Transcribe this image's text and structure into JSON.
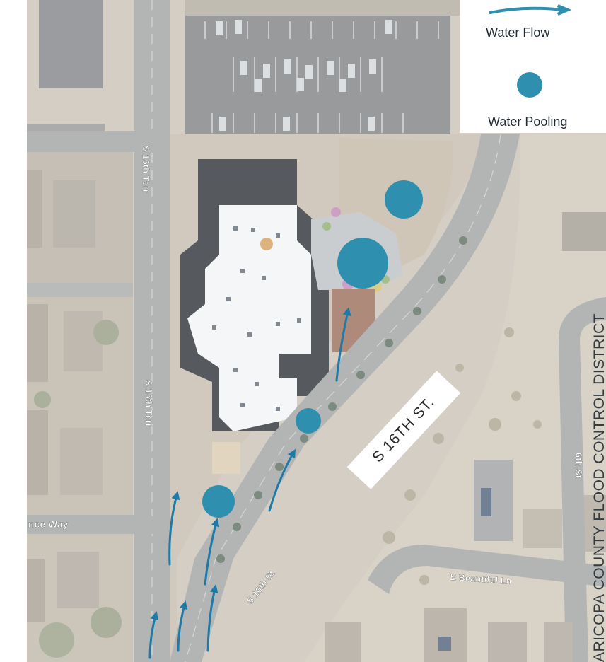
{
  "legend": {
    "flow_label": "Water Flow",
    "pooling_label": "Water Pooling"
  },
  "callout": {
    "text": "S 16TH ST."
  },
  "credit": {
    "text": "ARICOPA COUNTY FLOOD CONTROL DISTRICT"
  },
  "streets": {
    "s15th_terr_top": "S 15th Terr",
    "s15th_terr_bottom": "S 15th Terr",
    "way_partial": "nce Way",
    "s16th": "S 16th St",
    "beautiful": "E Beautiful Ln",
    "partial_16th": "6th St"
  },
  "colors": {
    "water": "#2f8fae",
    "arrow": "#1e7aa6",
    "road": "#a7a9a9",
    "ground": "#d7cfc4",
    "building": "#f5f6f8"
  }
}
